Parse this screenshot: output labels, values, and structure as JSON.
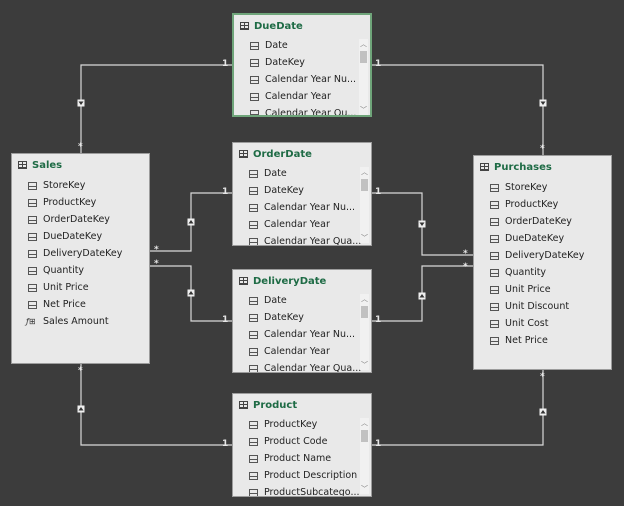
{
  "tables": {
    "duedate": {
      "title": "DueDate",
      "fields": [
        "Date",
        "DateKey",
        "Calendar Year Nu...",
        "Calendar Year",
        "Calendar Year Qu..."
      ]
    },
    "orderdate": {
      "title": "OrderDate",
      "fields": [
        "Date",
        "DateKey",
        "Calendar Year Nu...",
        "Calendar Year",
        "Calendar Year Qua..."
      ]
    },
    "deliverydate": {
      "title": "DeliveryDate",
      "fields": [
        "Date",
        "DateKey",
        "Calendar Year Nu...",
        "Calendar Year",
        "Calendar Year Qua..."
      ]
    },
    "product": {
      "title": "Product",
      "fields": [
        "ProductKey",
        "Product Code",
        "Product Name",
        "Product Description",
        "ProductSubcatego..."
      ]
    },
    "sales": {
      "title": "Sales",
      "fields": [
        "StoreKey",
        "ProductKey",
        "OrderDateKey",
        "DueDateKey",
        "DeliveryDateKey",
        "Quantity",
        "Unit Price",
        "Net Price",
        "Sales Amount"
      ],
      "calc_field": "Sales Amount"
    },
    "purchases": {
      "title": "Purchases",
      "fields": [
        "StoreKey",
        "ProductKey",
        "OrderDateKey",
        "DueDateKey",
        "DeliveryDateKey",
        "Quantity",
        "Unit Price",
        "Unit Discount",
        "Unit Cost",
        "Net Price"
      ]
    }
  },
  "cardinality": {
    "one": "1",
    "many": "*"
  },
  "icons": {
    "table": "table-icon",
    "field": "field-icon",
    "calc": "calculated-field-icon",
    "arrow": "filter-direction-arrow-icon"
  },
  "colors": {
    "background": "#3c3c3c",
    "card": "#e9e9e9",
    "title": "#1e6b45",
    "selected_border": "#6fa57a",
    "line": "#d9d9d9"
  }
}
